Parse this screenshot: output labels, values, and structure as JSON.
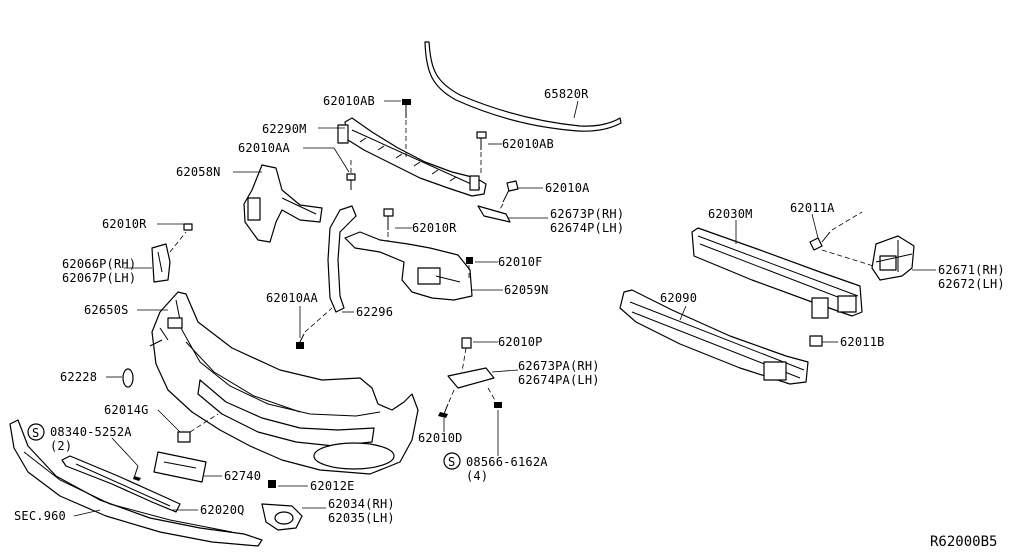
{
  "diagram": {
    "reference_code": "R62000B5",
    "labels": {
      "p65820R": "65820R",
      "p62010AB_top": "62010AB",
      "p62290M": "62290M",
      "p62010AB_right": "62010AB",
      "p62010AA_upper": "62010AA",
      "p62058N": "62058N",
      "p62010A": "62010A",
      "p62673P": "62673P(RH)",
      "p62674P": "62674P(LH)",
      "p62010R_left": "62010R",
      "p62010R_center": "62010R",
      "p62066P": "62066P(RH)",
      "p62067P": "62067P(LH)",
      "p62010F": "62010F",
      "p62059N": "62059N",
      "p62010AA_lower": "62010AA",
      "p62296": "62296",
      "p62650S": "62650S",
      "p62030M": "62030M",
      "p62011A": "62011A",
      "p62671": "62671(RH)",
      "p62672": "62672(LH)",
      "p62090": "62090",
      "p62011B": "62011B",
      "p62010P": "62010P",
      "p62673PA": "62673PA(RH)",
      "p62674PA": "62674PA(LH)",
      "p62228": "62228",
      "p62014G": "62014G",
      "p08340": "08340-5252A",
      "p08340_qty": "(2)",
      "p62740": "62740",
      "p62010D": "62010D",
      "p08566": "08566-6162A",
      "p08566_qty": "(4)",
      "p62012E": "62012E",
      "p62034": "62034(RH)",
      "p62035": "62035(LH)",
      "p62020Q": "62020Q",
      "sec960": "SEC.960",
      "screw_symbol": "S"
    }
  }
}
